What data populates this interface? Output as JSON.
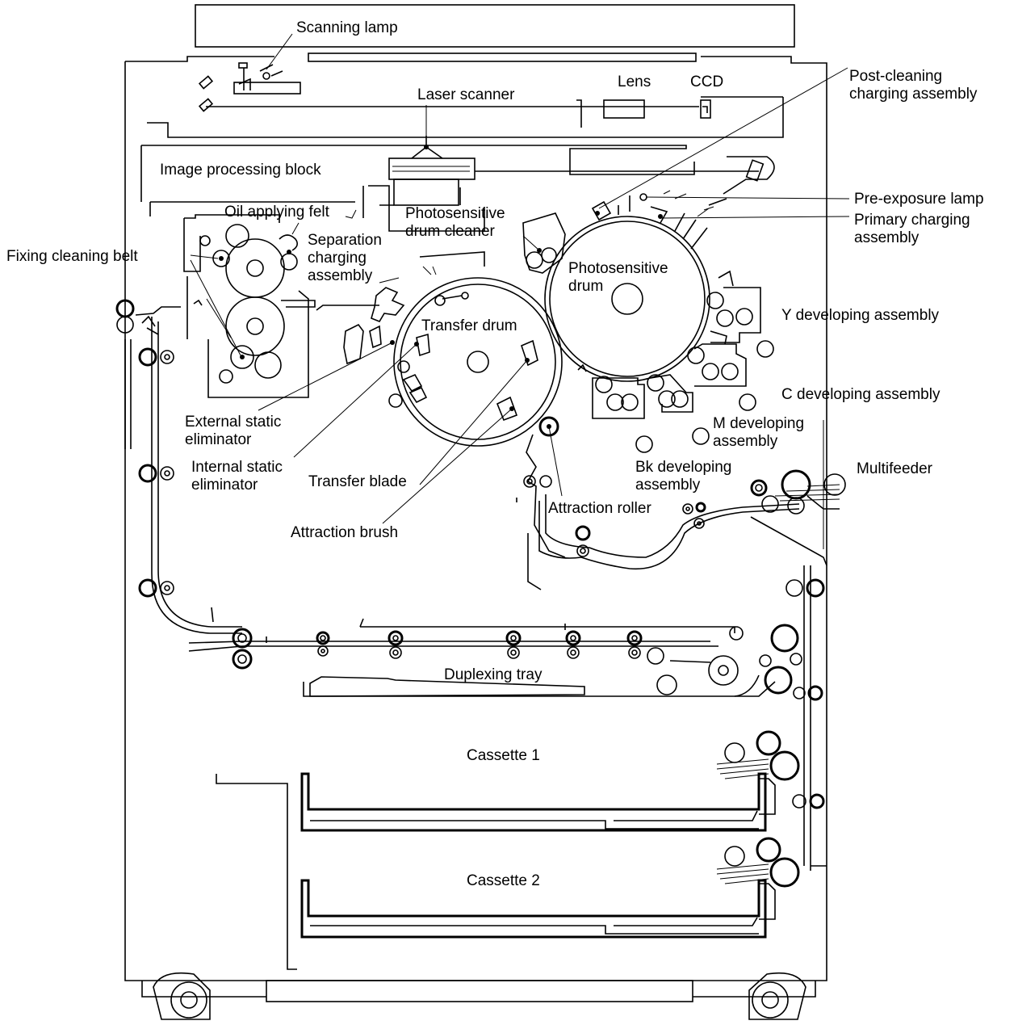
{
  "diagram": {
    "labels": {
      "scanning_lamp": "Scanning lamp",
      "lens": "Lens",
      "ccd": "CCD",
      "laser_scanner": "Laser scanner",
      "post_cleaning_charging": "Post-cleaning\ncharging assembly",
      "image_processing_block": "Image processing block",
      "pre_exposure_lamp": "Pre-exposure lamp",
      "oil_applying_felt": "Oil applying felt",
      "photosensitive_drum_cleaner": "Photosensitive\ndrum cleaner",
      "primary_charging": "Primary charging\nassembly",
      "fixing_cleaning_belt": "Fixing cleaning belt",
      "separation_charging": "Separation\ncharging\nassembly",
      "photosensitive_drum": "Photosensitive\ndrum",
      "y_developing": "Y developing assembly",
      "transfer_drum": "Transfer drum",
      "c_developing": "C developing assembly",
      "external_static_eliminator": "External static\neliminator",
      "m_developing": "M developing\nassembly",
      "internal_static_eliminator": "Internal static\neliminator",
      "bk_developing": "Bk developing\nassembly",
      "transfer_blade": "Transfer blade",
      "multifeeder": "Multifeeder",
      "attraction_roller": "Attraction roller",
      "attraction_brush": "Attraction brush",
      "duplexing_tray": "Duplexing tray",
      "cassette_1": "Cassette 1",
      "cassette_2": "Cassette 2"
    }
  }
}
